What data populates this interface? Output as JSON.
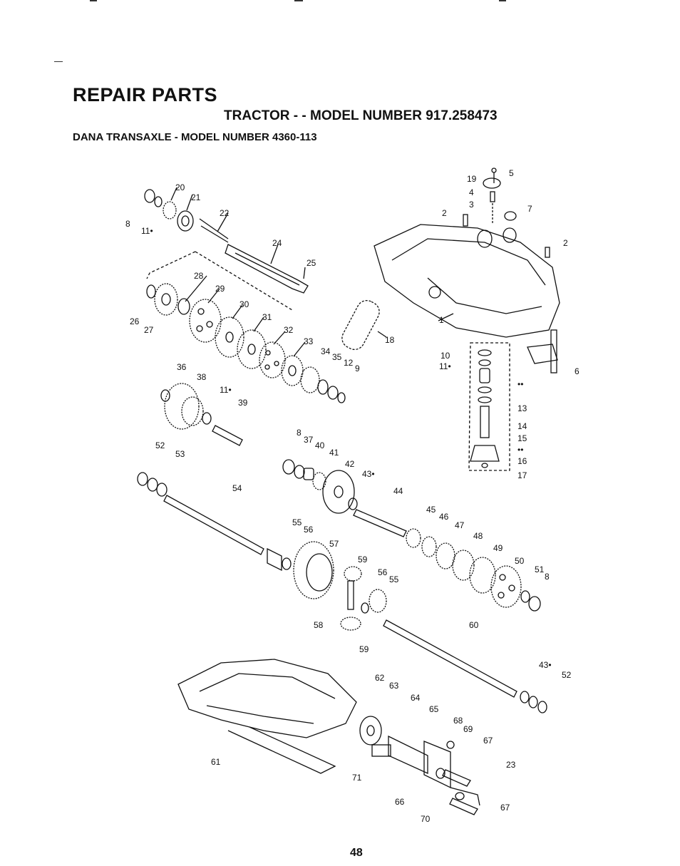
{
  "header": {
    "title": "REPAIR PARTS",
    "subtitle": "TRACTOR - - MODEL NUMBER 917.258473",
    "section": "DANA TRANSAXLE - MODEL NUMBER 4360-113"
  },
  "diagram": {
    "callouts": [
      {
        "label": "20"
      },
      {
        "label": "21"
      },
      {
        "label": "22"
      },
      {
        "label": "8"
      },
      {
        "label": "11•"
      },
      {
        "label": "24"
      },
      {
        "label": "25"
      },
      {
        "label": "26"
      },
      {
        "label": "27"
      },
      {
        "label": "28"
      },
      {
        "label": "29"
      },
      {
        "label": "30"
      },
      {
        "label": "31"
      },
      {
        "label": "32"
      },
      {
        "label": "33"
      },
      {
        "label": "34"
      },
      {
        "label": "35"
      },
      {
        "label": "12"
      },
      {
        "label": "9"
      },
      {
        "label": "18"
      },
      {
        "label": "36"
      },
      {
        "label": "38"
      },
      {
        "label": "11•"
      },
      {
        "label": "39"
      },
      {
        "label": "19"
      },
      {
        "label": "5"
      },
      {
        "label": "4"
      },
      {
        "label": "3"
      },
      {
        "label": "7"
      },
      {
        "label": "2"
      },
      {
        "label": "2"
      },
      {
        "label": "1"
      },
      {
        "label": "10"
      },
      {
        "label": "11•"
      },
      {
        "label": "••"
      },
      {
        "label": "13"
      },
      {
        "label": "14"
      },
      {
        "label": "15"
      },
      {
        "label": "••"
      },
      {
        "label": "16"
      },
      {
        "label": "17"
      },
      {
        "label": "6"
      },
      {
        "label": "52"
      },
      {
        "label": "53"
      },
      {
        "label": "54"
      },
      {
        "label": "8"
      },
      {
        "label": "37"
      },
      {
        "label": "40"
      },
      {
        "label": "41"
      },
      {
        "label": "42"
      },
      {
        "label": "43•"
      },
      {
        "label": "44"
      },
      {
        "label": "45"
      },
      {
        "label": "46"
      },
      {
        "label": "47"
      },
      {
        "label": "48"
      },
      {
        "label": "49"
      },
      {
        "label": "50"
      },
      {
        "label": "51"
      },
      {
        "label": "8"
      },
      {
        "label": "55"
      },
      {
        "label": "56"
      },
      {
        "label": "57"
      },
      {
        "label": "59"
      },
      {
        "label": "56"
      },
      {
        "label": "55"
      },
      {
        "label": "58"
      },
      {
        "label": "59"
      },
      {
        "label": "60"
      },
      {
        "label": "43•"
      },
      {
        "label": "52"
      },
      {
        "label": "62"
      },
      {
        "label": "63"
      },
      {
        "label": "64"
      },
      {
        "label": "65"
      },
      {
        "label": "68"
      },
      {
        "label": "69"
      },
      {
        "label": "67"
      },
      {
        "label": "23"
      },
      {
        "label": "67"
      },
      {
        "label": "61"
      },
      {
        "label": "71"
      },
      {
        "label": "66"
      },
      {
        "label": "70"
      }
    ]
  },
  "footer": {
    "page_number": "48"
  }
}
